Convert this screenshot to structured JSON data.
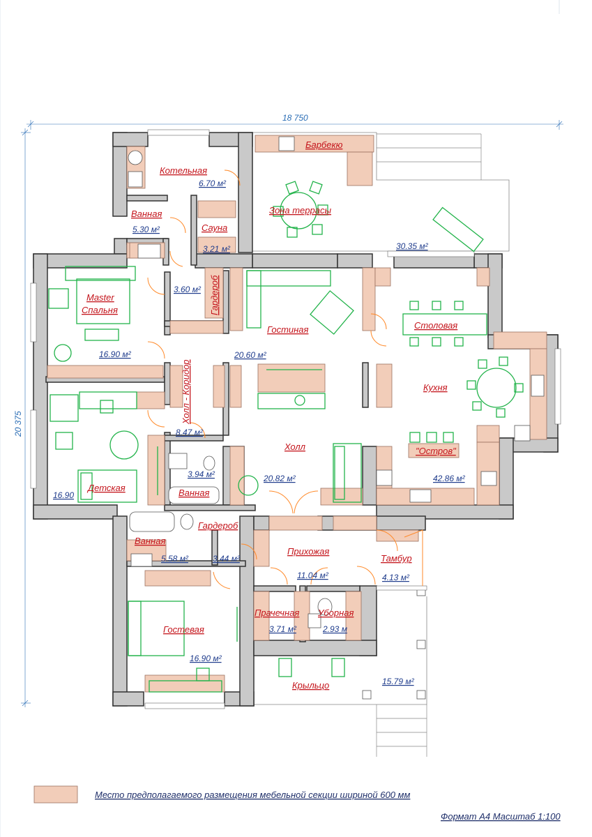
{
  "plan": {
    "dimension_width": "18 750",
    "dimension_height": "20 375",
    "rooms": [
      {
        "name": "Котельная",
        "area": "6.70 м²"
      },
      {
        "name": "Барбекю",
        "area": ""
      },
      {
        "name": "Зона террасы",
        "area": "30.35 м²"
      },
      {
        "name": "Ванная",
        "area": "5.30 м²"
      },
      {
        "name": "Сауна",
        "area": "3.21 м²"
      },
      {
        "name": "Гардероб",
        "area": "3.60 м²"
      },
      {
        "name": "Master Спальня",
        "area": "16.90 м²"
      },
      {
        "name": "Гостиная",
        "area": "20.60 м²"
      },
      {
        "name": "Столовая",
        "area": ""
      },
      {
        "name": "Кухня",
        "area": "42.86 м²"
      },
      {
        "name": "Остров",
        "area": ""
      },
      {
        "name": "Холл - Коридор",
        "area": "8.47 м²"
      },
      {
        "name": "Холл",
        "area": "20.82 м²"
      },
      {
        "name": "Детская",
        "area": "16.90"
      },
      {
        "name": "Ванная",
        "area": "3.94 м²"
      },
      {
        "name": "Гардероб",
        "area": "3.44 м²"
      },
      {
        "name": "Ванная",
        "area": "5.58 м²"
      },
      {
        "name": "Прихожая",
        "area": "11.04 м²"
      },
      {
        "name": "Тамбур",
        "area": "4.13 м²"
      },
      {
        "name": "Прачечная",
        "area": "3.71 м²"
      },
      {
        "name": "Уборная",
        "area": "2.93 м"
      },
      {
        "name": "Гостевая",
        "area": "16.90 м²"
      },
      {
        "name": "Крыльцо",
        "area": "15.79 м²"
      }
    ]
  },
  "legend": {
    "swatch_color": "#f2cdb9",
    "text": "Место предполагаемого размещения мебельной секции шириной 600 мм"
  },
  "footer": {
    "format": "Формат А4 Масштаб 1:100"
  },
  "colors": {
    "wall": "#c9c9c9",
    "cabinet": "#f2cdb9",
    "furniture": "#22b34a",
    "door": "#ff8a2a",
    "room_label": "#c4151c",
    "area_label": "#1f3c8c"
  }
}
